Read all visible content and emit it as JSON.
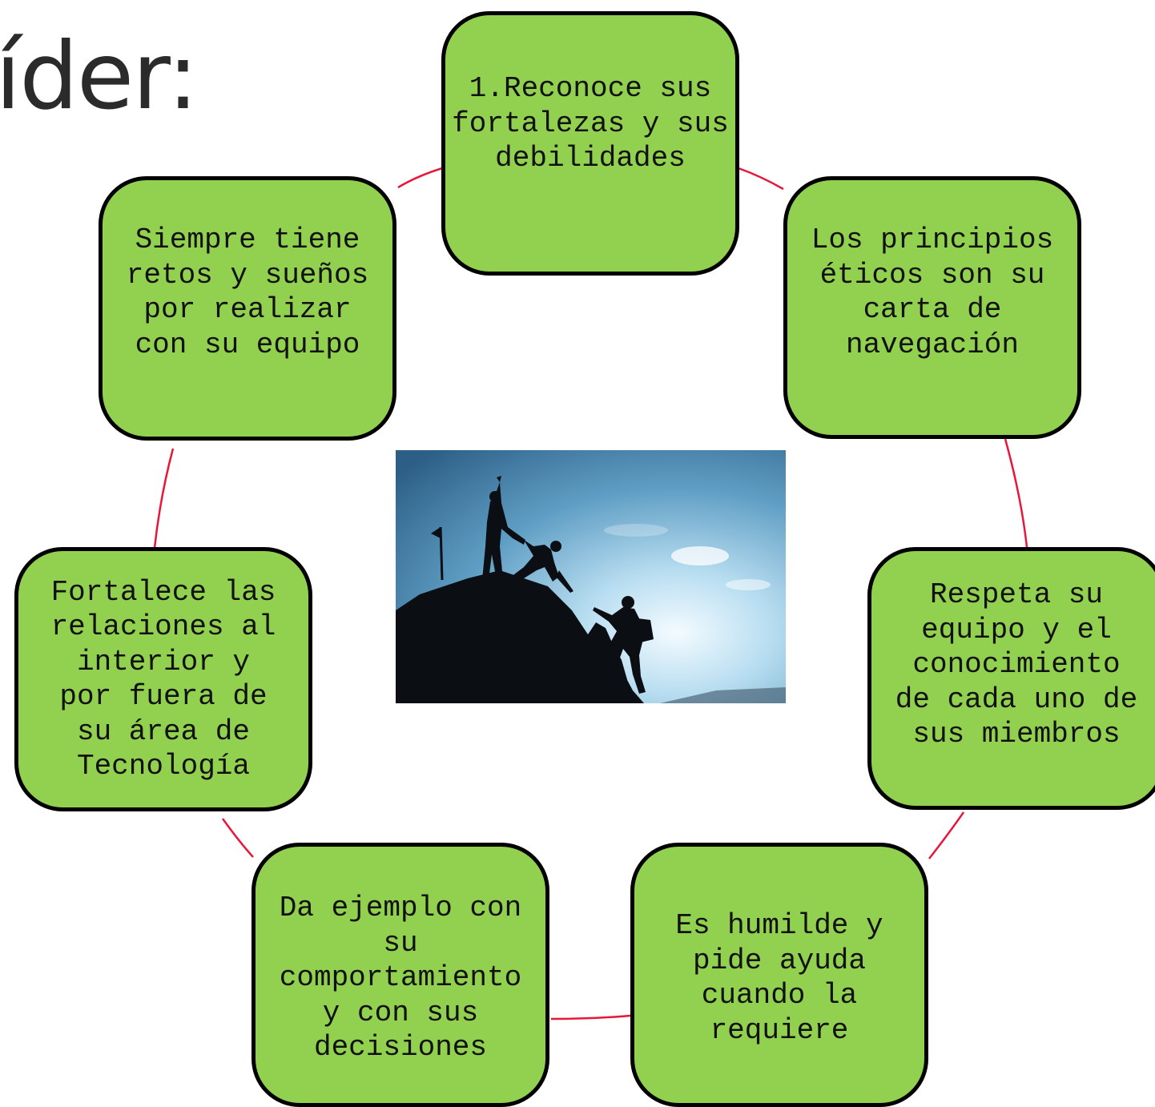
{
  "title": "íder:",
  "nodes": [
    {
      "id": "n1",
      "text": "1.Reconoce sus fortalezas y sus debilidades"
    },
    {
      "id": "n2",
      "text": "Los principios éticos son su carta de navegación"
    },
    {
      "id": "n3",
      "text": "Respeta su equipo y el conocimiento de cada uno de sus miembros"
    },
    {
      "id": "n4",
      "text": "Es humilde y pide ayuda cuando la requiere"
    },
    {
      "id": "n5",
      "text": "Da ejemplo con su comportamiento y con sus decisiones"
    },
    {
      "id": "n6",
      "text": "Fortalece las relaciones al interior y por fuera de su área de Tecnología"
    },
    {
      "id": "n7",
      "text": "Siempre tiene retos y sueños por realizar con su equipo"
    }
  ],
  "colors": {
    "node_fill": "#92d050",
    "node_border": "#000000",
    "connector": "#e8173a"
  },
  "image": {
    "icon": "mountain-climbers-silhouette"
  }
}
